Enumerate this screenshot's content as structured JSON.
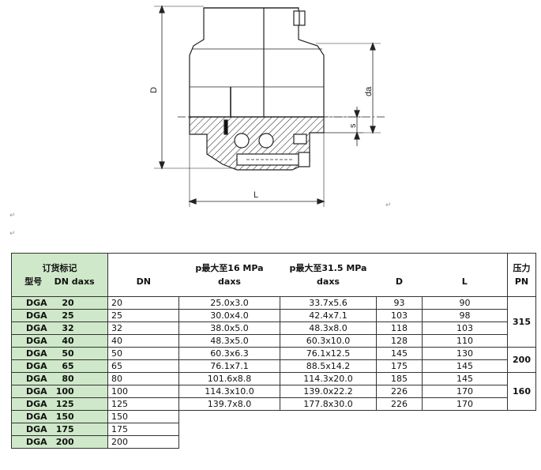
{
  "drawing": {
    "labels": {
      "D": "D",
      "da": "da",
      "s": "s",
      "L": "L"
    }
  },
  "paragraph_marks": [
    "↵",
    "↵",
    "↵"
  ],
  "table": {
    "header": {
      "order_label": "订货标记",
      "model_label": "型号",
      "dn_daxs_label": "DN daxs",
      "dn": "DN",
      "p16": "p最大至16 MPa",
      "p16_sub": "daxs",
      "p31": "p最大至31.5 MPa",
      "p31_sub": "daxs",
      "d": "D",
      "l": "L",
      "pressure": "压力",
      "pn": "PN"
    },
    "rows": [
      {
        "model": "DGA",
        "size": "20",
        "dn": "20",
        "daxs16": "25.0x3.0",
        "daxs31": "33.7x5.6",
        "D": "93",
        "L": "90"
      },
      {
        "model": "DGA",
        "size": "25",
        "dn": "25",
        "daxs16": "30.0x4.0",
        "daxs31": "42.4x7.1",
        "D": "103",
        "L": "98"
      },
      {
        "model": "DGA",
        "size": "32",
        "dn": "32",
        "daxs16": "38.0x5.0",
        "daxs31": "48.3x8.0",
        "D": "118",
        "L": "103"
      },
      {
        "model": "DGA",
        "size": "40",
        "dn": "40",
        "daxs16": "48.3x5.0",
        "daxs31": "60.3x10.0",
        "D": "128",
        "L": "110"
      },
      {
        "model": "DGA",
        "size": "50",
        "dn": "50",
        "daxs16": "60.3x6.3",
        "daxs31": "76.1x12.5",
        "D": "145",
        "L": "130"
      },
      {
        "model": "DGA",
        "size": "65",
        "dn": "65",
        "daxs16": "76.1x7.1",
        "daxs31": "88.5x14.2",
        "D": "175",
        "L": "145"
      },
      {
        "model": "DGA",
        "size": "80",
        "dn": "80",
        "daxs16": "101.6x8.8",
        "daxs31": "114.3x20.0",
        "D": "185",
        "L": "145"
      },
      {
        "model": "DGA",
        "size": "100",
        "dn": "100",
        "daxs16": "114.3x10.0",
        "daxs31": "139.0x22.2",
        "D": "226",
        "L": "170"
      },
      {
        "model": "DGA",
        "size": "125",
        "dn": "125",
        "daxs16": "139.7x8.0",
        "daxs31": "177.8x30.0",
        "D": "226",
        "L": "170"
      },
      {
        "model": "DGA",
        "size": "150",
        "dn": "150"
      },
      {
        "model": "DGA",
        "size": "175",
        "dn": "175"
      },
      {
        "model": "DGA",
        "size": "200",
        "dn": "200"
      }
    ],
    "pn_groups": [
      {
        "value": "315"
      },
      {
        "value": "200"
      },
      {
        "value": "160"
      }
    ]
  }
}
